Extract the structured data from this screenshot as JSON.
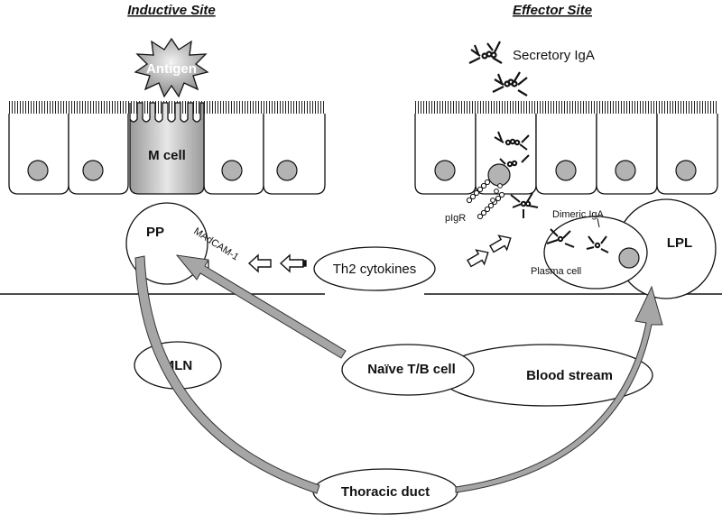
{
  "headers": {
    "inductive_site": "Inductive Site",
    "effector_site": "Effector Site"
  },
  "labels": {
    "antigen": "Antigen",
    "m_cell": "M cell",
    "secretory_iga": "Secretory IgA",
    "pp": "PP",
    "madcam": "MAdCAM-1",
    "th2_cytokines": "Th2 cytokines",
    "pigr": "pIgR",
    "dimeric_iga": "Dimeric IgA",
    "plasma_cell": "Plasma cell",
    "lpl": "LPL",
    "mln": "MLN",
    "naive_cell": "Naïve T/B cell",
    "blood_stream": "Blood stream",
    "thoracic_duct": "Thoracic duct"
  },
  "colors": {
    "arrow_fill": "#a6a6a6",
    "nucleus_fill": "#b3b3b3",
    "outline": "#111111",
    "m_cell_fill": "#c8c8c8"
  },
  "icons": [
    "antigen-burst-icon",
    "iga-molecule-icon",
    "hollow-arrow-icon"
  ]
}
